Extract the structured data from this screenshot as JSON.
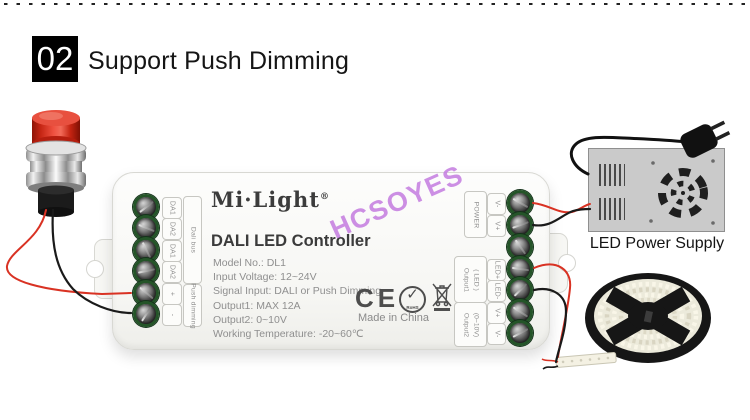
{
  "header": {
    "number": "02",
    "title": "Support Push Dimming"
  },
  "watermark": {
    "text": "HCSOYES",
    "color": "#c47ce0"
  },
  "controller": {
    "brand": "Mi·Light",
    "reg": "®",
    "title": "DALI LED Controller",
    "specs": [
      "Model No.: DL1",
      "Input Voltage: 12~24V",
      "Signal Input: DALI or Push Dimming",
      "Output1: MAX 12A",
      "Output2: 0~10V",
      "Working Temperature: -20~60℃"
    ],
    "made_in": "Made in China",
    "marks": {
      "ce": "CE",
      "rohs": "RoHS",
      "rohs_check": "✓"
    },
    "left": {
      "pins": [
        "DA1",
        "DA2",
        "DA1",
        "DA2",
        "+",
        "-"
      ],
      "groups": [
        "Dali bus",
        "Push dimming"
      ]
    },
    "right": {
      "power": {
        "label": "POWER",
        "pins": [
          "V-",
          "V+"
        ]
      },
      "output1": {
        "line1": "Output1",
        "line2": "( LED )",
        "pins": [
          "LED+",
          "LED-"
        ]
      },
      "output2": {
        "line1": "Output2",
        "line2": "(0~10V)",
        "pins": [
          "V+",
          "V-"
        ]
      }
    }
  },
  "power_supply": {
    "label": "LED Power Supply"
  },
  "colors": {
    "wire_red": "#d93223",
    "wire_black": "#1a1a1a",
    "button_cap": "#d32413",
    "terminal_ring": "#245428"
  }
}
